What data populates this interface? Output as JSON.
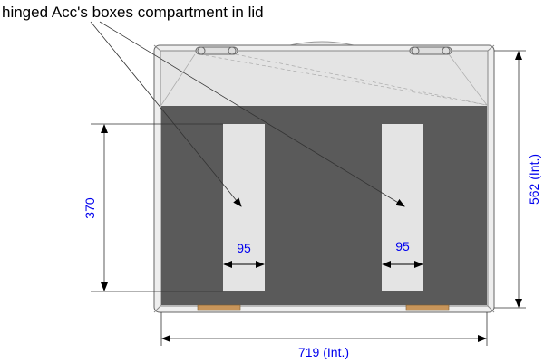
{
  "callout": "hinged Acc's boxes compartment in lid",
  "dimensions": {
    "height_inner": "370",
    "box_width_left": "95",
    "box_width_right": "95",
    "case_depth": "562 (Int.)",
    "case_width": "719 (Int.)"
  },
  "colors": {
    "dimension_text": "#0000ee",
    "interior": "#5a5a5a",
    "lid": "#e4e4e4",
    "hinge": "#c8955a"
  }
}
